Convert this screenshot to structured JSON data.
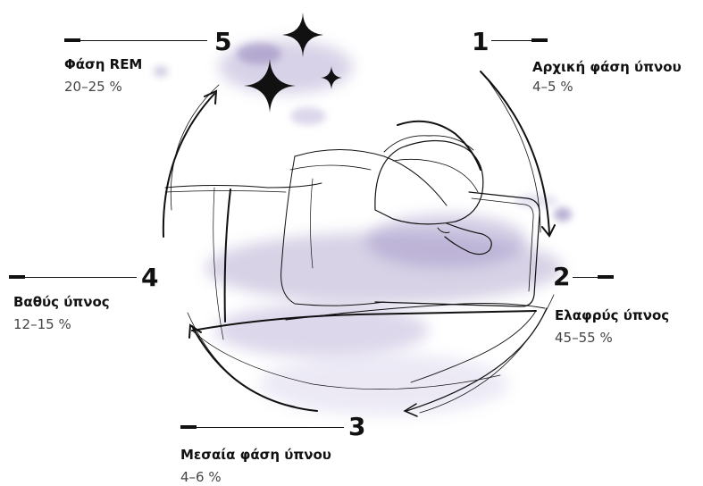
{
  "phases": [
    {
      "number": "1",
      "name": "Αρχική φάση ύπνου",
      "range": "4–5 %"
    },
    {
      "number": "2",
      "name": "Ελαφρύς ύπνος",
      "range": "45–55 %"
    },
    {
      "number": "3",
      "name": "Μεσαία φάση ύπνου",
      "range": "4–6 %"
    },
    {
      "number": "4",
      "name": "Βαθύς ύπνος",
      "range": "12–15 %"
    },
    {
      "number": "5",
      "name": "Φάση REM",
      "range": "20–25 %"
    }
  ],
  "illustration": {
    "subject": "sleeping-person-line-drawing",
    "decorations": [
      "sparkle-icon",
      "sparkle-icon",
      "sparkle-icon"
    ],
    "accent_color": "#8e7fb8"
  }
}
